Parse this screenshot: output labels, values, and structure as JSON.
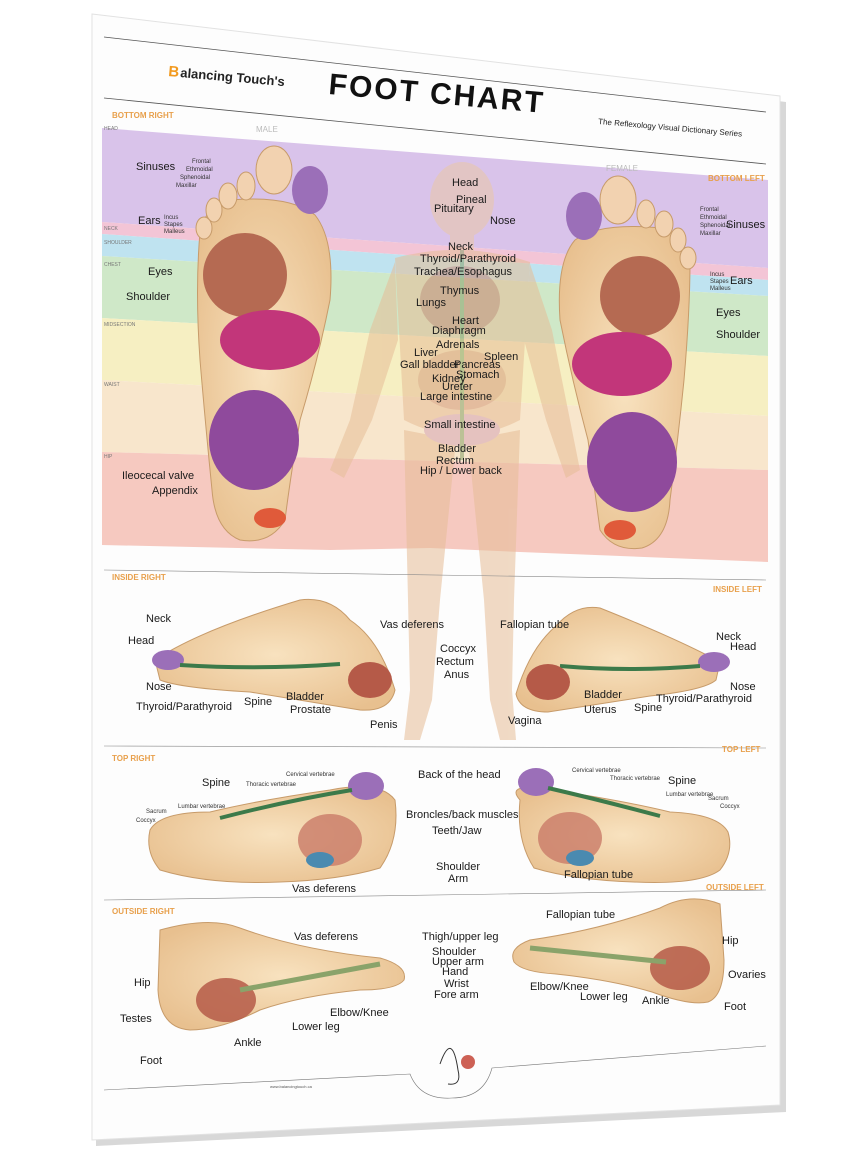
{
  "brand": {
    "initial": "B",
    "rest": "alancing Touch's"
  },
  "title": "FOOT CHART",
  "subtitle": "The Reflexology Visual Dictionary Series",
  "gender": {
    "male": "MALE",
    "female": "FEMALE"
  },
  "sections": {
    "bottom_right": "BOTTOM RIGHT",
    "bottom_left": "BOTTOM LEFT",
    "inside_right": "INSIDE RIGHT",
    "inside_left": "INSIDE LEFT",
    "top_right": "TOP RIGHT",
    "top_left": "TOP LEFT",
    "outside_right": "OUTSIDE RIGHT",
    "outside_left": "OUTSIDE LEFT"
  },
  "zones": {
    "head": "HEAD",
    "neck": "NECK",
    "shoulder": "SHOULDER",
    "chest": "CHEST",
    "midsection": "MIDSECTION",
    "waist": "WAIST",
    "hip": "HIP"
  },
  "bottom": {
    "sinuses": "Sinuses",
    "sinus_sub": [
      "Frontal",
      "Ethmoidal",
      "Sphenoidal",
      "Maxillar"
    ],
    "ears": "Ears",
    "ear_sub": [
      "Incus",
      "Stapes",
      "Malleus"
    ],
    "eyes": "Eyes",
    "shoulder": "Shoulder",
    "ileocecal": "Ileocecal valve",
    "appendix": "Appendix",
    "center": [
      "Head",
      "Pineal",
      "Pituitary",
      "Nose",
      "Neck",
      "Thyroid/Parathyroid",
      "Trachea/Esophagus",
      "Thymus",
      "Lungs",
      "Heart",
      "Diaphragm",
      "Adrenals",
      "Liver",
      "Spleen",
      "Gall bladder",
      "Pancreas",
      "Stomach",
      "Kidney",
      "Ureter",
      "Large intestine",
      "Small intestine",
      "Bladder",
      "Rectum",
      "Hip / Lower back"
    ]
  },
  "inside": {
    "right": [
      "Neck",
      "Head",
      "Nose",
      "Thyroid/Parathyroid",
      "Spine",
      "Bladder",
      "Prostate",
      "Penis",
      "Vas deferens"
    ],
    "left": [
      "Fallopian tube",
      "Neck",
      "Head",
      "Nose",
      "Thyroid/Parathyroid",
      "Spine",
      "Bladder",
      "Uterus",
      "Vagina"
    ],
    "center": [
      "Coccyx",
      "Rectum",
      "Anus"
    ]
  },
  "top": {
    "right": [
      "Spine",
      "Cervical vertebrae",
      "Thoracic vertebrae",
      "Lumbar vertebrae",
      "Sacrum",
      "Coccyx",
      "Vas deferens"
    ],
    "left": [
      "Spine",
      "Cervical vertebrae",
      "Thoracic vertebrae",
      "Lumbar vertebrae",
      "Sacrum",
      "Coccyx",
      "Fallopian tube"
    ],
    "center": [
      "Back of the head",
      "Broncles/back muscles",
      "Teeth/Jaw",
      "Shoulder",
      "Arm"
    ]
  },
  "outside": {
    "right": [
      "Vas deferens",
      "Hip",
      "Testes",
      "Foot",
      "Ankle",
      "Lower leg",
      "Elbow/Knee"
    ],
    "left": [
      "Fallopian tube",
      "Hip",
      "Ovaries",
      "Foot",
      "Ankle",
      "Lower leg",
      "Elbow/Knee"
    ],
    "center": [
      "Thigh/upper leg",
      "Shoulder",
      "Upper arm",
      "Hand",
      "Wrist",
      "Fore arm"
    ]
  },
  "footer": {
    "website": "www.balancingtouch.ca"
  },
  "colors": {
    "zone_head": "#d9c3ea",
    "zone_neck": "#f3c5d6",
    "zone_shoulder": "#bfe3f0",
    "zone_chest": "#cfe8c8",
    "zone_mid": "#f6efc2",
    "zone_waist": "#f8e6cc",
    "zone_hip": "#f6c9c0",
    "accent": "#e8a04c"
  }
}
